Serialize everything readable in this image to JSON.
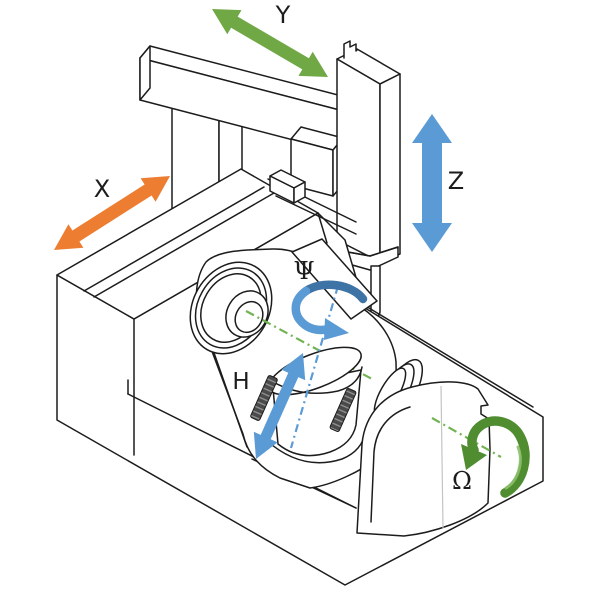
{
  "diagram": {
    "subject": "5-axis machine tool isometric illustration with labeled motion axes",
    "axis_labels": {
      "x": "X",
      "y": "Y",
      "z": "Z",
      "psi": "Ψ",
      "h": "H",
      "omega": "Ω"
    }
  },
  "colors": {
    "background": "#FFFFFF",
    "outline": "#1C1C1C",
    "x-arrow": "#ED7D31",
    "y-arrow": "#70A845",
    "z-arrow": "#5B9BD5",
    "h-arrow": "#5B9BD5",
    "psi-arrow-dark": "#3E73A5",
    "psi-arrow-light": "#5B9BD5",
    "omega-arrow": "#4F8D30",
    "omega-arrow-highlight": "#8CBF6B",
    "axis-line-green": "#72B352",
    "axis-line-blue": "#5B9BD5",
    "clamp-bar": "#4A4A4A"
  }
}
